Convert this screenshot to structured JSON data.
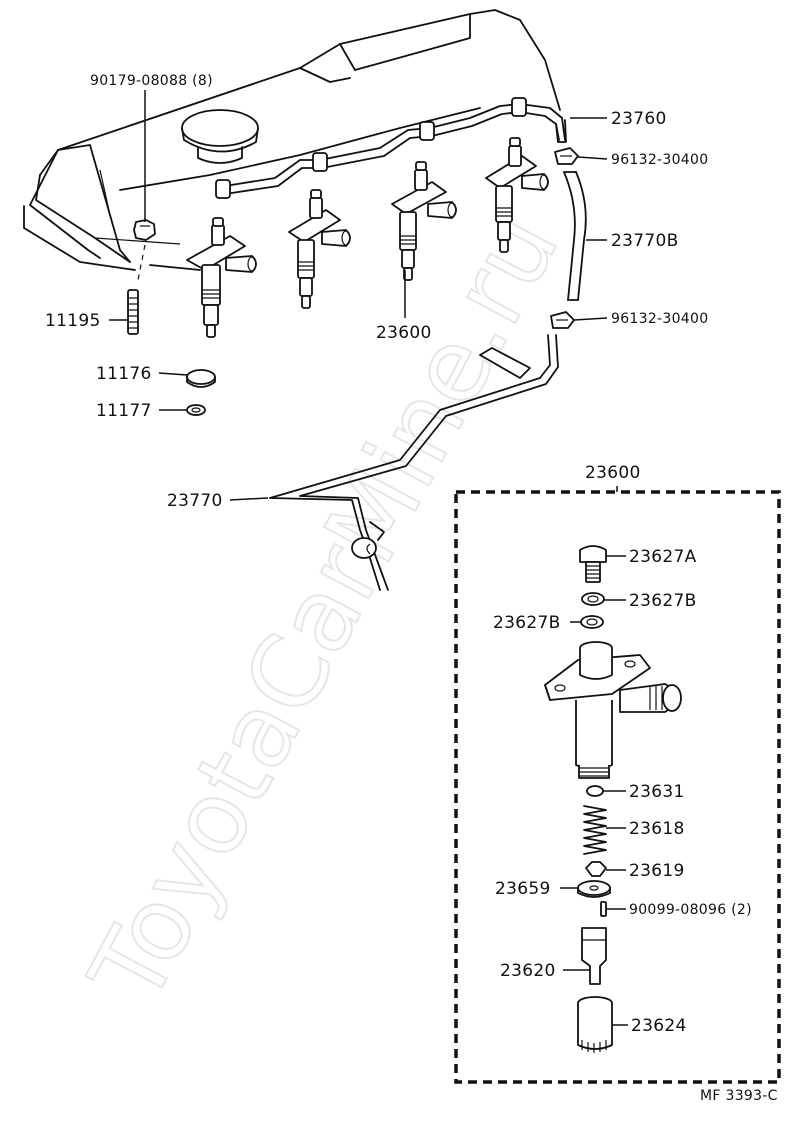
{
  "watermark": "ToyotaCarMine.ru",
  "figure_code": "MF 3393-C",
  "labels": {
    "bolt_cover": "90179-08088 (8)",
    "stud": "11195",
    "washer_large": "11176",
    "washer_small": "11177",
    "injector_group": "23600",
    "return_pipe": "23760",
    "clip_upper": "96132-30400",
    "hose": "23770B",
    "clip_lower": "96132-30400",
    "pipe": "23770",
    "detail_title": "23600",
    "union_bolt": "23627A",
    "gasket_right": "23627B",
    "gasket_left": "23627B",
    "seal": "23631",
    "spring": "23618",
    "spring_seat": "23619",
    "spacer": "23659",
    "pin": "90099-08096 (2)",
    "nozzle": "23620",
    "retaining_nut": "23624"
  }
}
